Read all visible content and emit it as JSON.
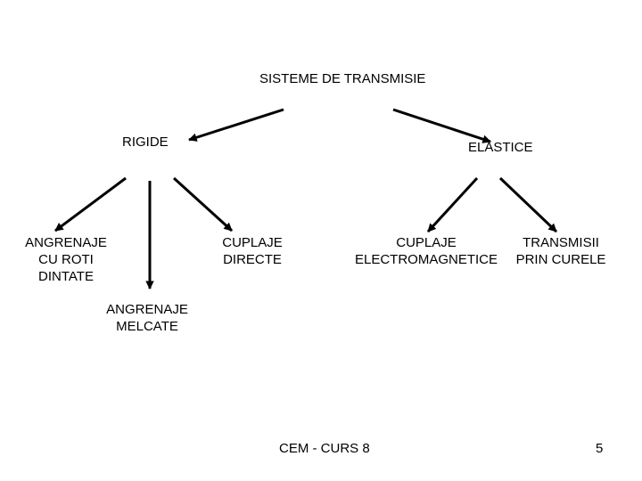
{
  "diagram": {
    "root": "SISTEME DE TRANSMISIE",
    "rigid": {
      "label": "RIGIDE",
      "children": [
        [
          "ANGRENAJE",
          "CU ROTI",
          "DINTATE"
        ],
        [
          "ANGRENAJE",
          "MELCATE"
        ],
        [
          "CUPLAJE",
          "DIRECTE"
        ]
      ]
    },
    "elastic": {
      "label": "ELASTICE",
      "children": [
        [
          "CUPLAJE",
          "ELECTROMAGNETICE"
        ],
        [
          "TRANSMISII",
          "PRIN CURELE"
        ]
      ]
    }
  },
  "footer": {
    "course": "CEM - CURS 8",
    "page_number": "5"
  }
}
